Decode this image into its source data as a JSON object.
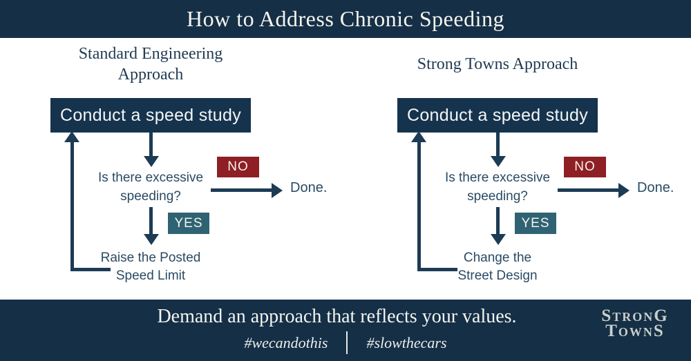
{
  "title": "How to Address Chronic Speeding",
  "columns": [
    {
      "heading": "Standard Engineering\nApproach",
      "box_label": "Conduct a speed study",
      "question": "Is there excessive\nspeeding?",
      "no_label": "NO",
      "yes_label": "YES",
      "done_label": "Done.",
      "action": "Raise the Posted\nSpeed Limit"
    },
    {
      "heading": "Strong Towns Approach",
      "box_label": "Conduct a speed study",
      "question": "Is there excessive\nspeeding?",
      "no_label": "NO",
      "yes_label": "YES",
      "done_label": "Done.",
      "action": "Change the\nStreet Design"
    }
  ],
  "footer": {
    "message": "Demand an approach that reflects your values.",
    "hashtag_left": "#wecandothis",
    "hashtag_right": "#slowthecars",
    "logo_line1": "StronG",
    "logo_line2": "TownS"
  },
  "colors": {
    "navy_band": "#152F47",
    "box_navy": "#16334E",
    "arrow_navy": "#1C3B55",
    "flow_text": "#2A4A63",
    "no_red": "#8E1F24",
    "yes_teal": "#2F6373",
    "background": "#FFFFFF",
    "light_text": "#F5F5F0",
    "logo_grey": "#C9CDC9"
  }
}
